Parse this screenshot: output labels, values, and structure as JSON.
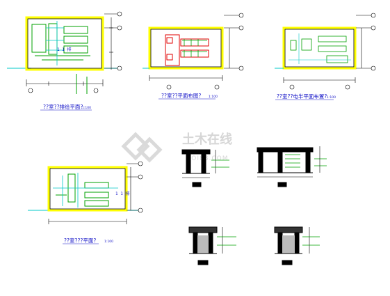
{
  "drawing": {
    "plans": [
      {
        "id": "plan-top-left",
        "caption": "??室??排给平面?",
        "scale": "1:100",
        "room_label": "1 1 排"
      },
      {
        "id": "plan-top-middle",
        "caption": "??室??平面布图?",
        "scale": "1:100",
        "room_label": ""
      },
      {
        "id": "plan-top-right",
        "caption": "??室??电半平面布置?",
        "scale": "1:100",
        "room_label": ""
      },
      {
        "id": "plan-bottom-left",
        "caption": "??室???平面?",
        "scale": "1:100",
        "room_label": "1 1 排"
      }
    ],
    "watermark": {
      "brand": "土木在线",
      "url": "COI88.COM"
    },
    "colors": {
      "wall": "#ffff00",
      "line": "#000000",
      "cyan": "#00c8c8",
      "green": "#00a000",
      "red": "#e00000",
      "text": "#1414c8"
    }
  }
}
